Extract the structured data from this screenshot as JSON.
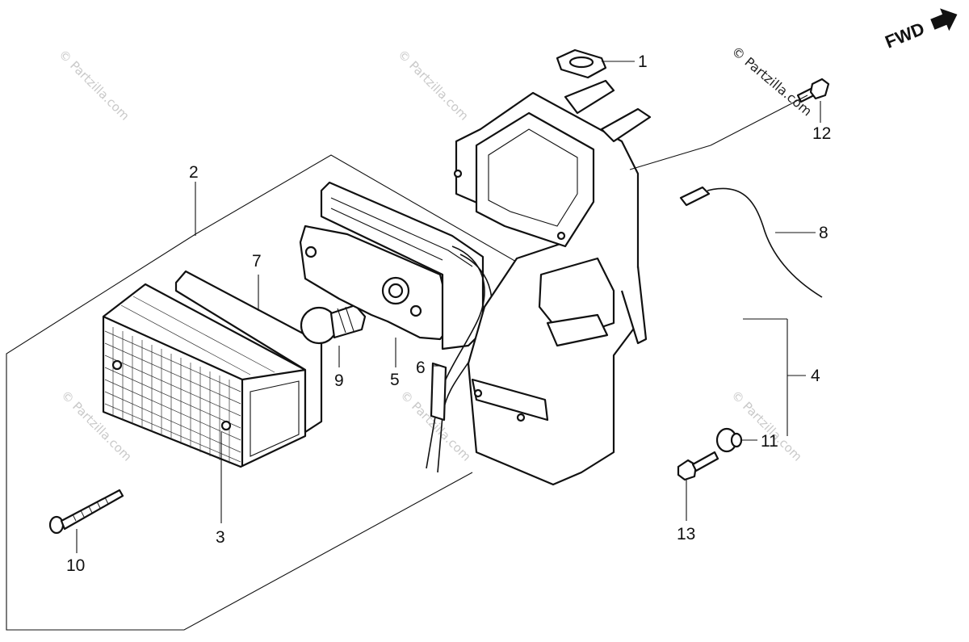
{
  "diagram": {
    "fwd_label": "FWD",
    "watermark": "© Partzilla.com",
    "callouts": [
      "1",
      "2",
      "3",
      "4",
      "5",
      "6",
      "7",
      "8",
      "9",
      "10",
      "11",
      "12",
      "13"
    ]
  }
}
